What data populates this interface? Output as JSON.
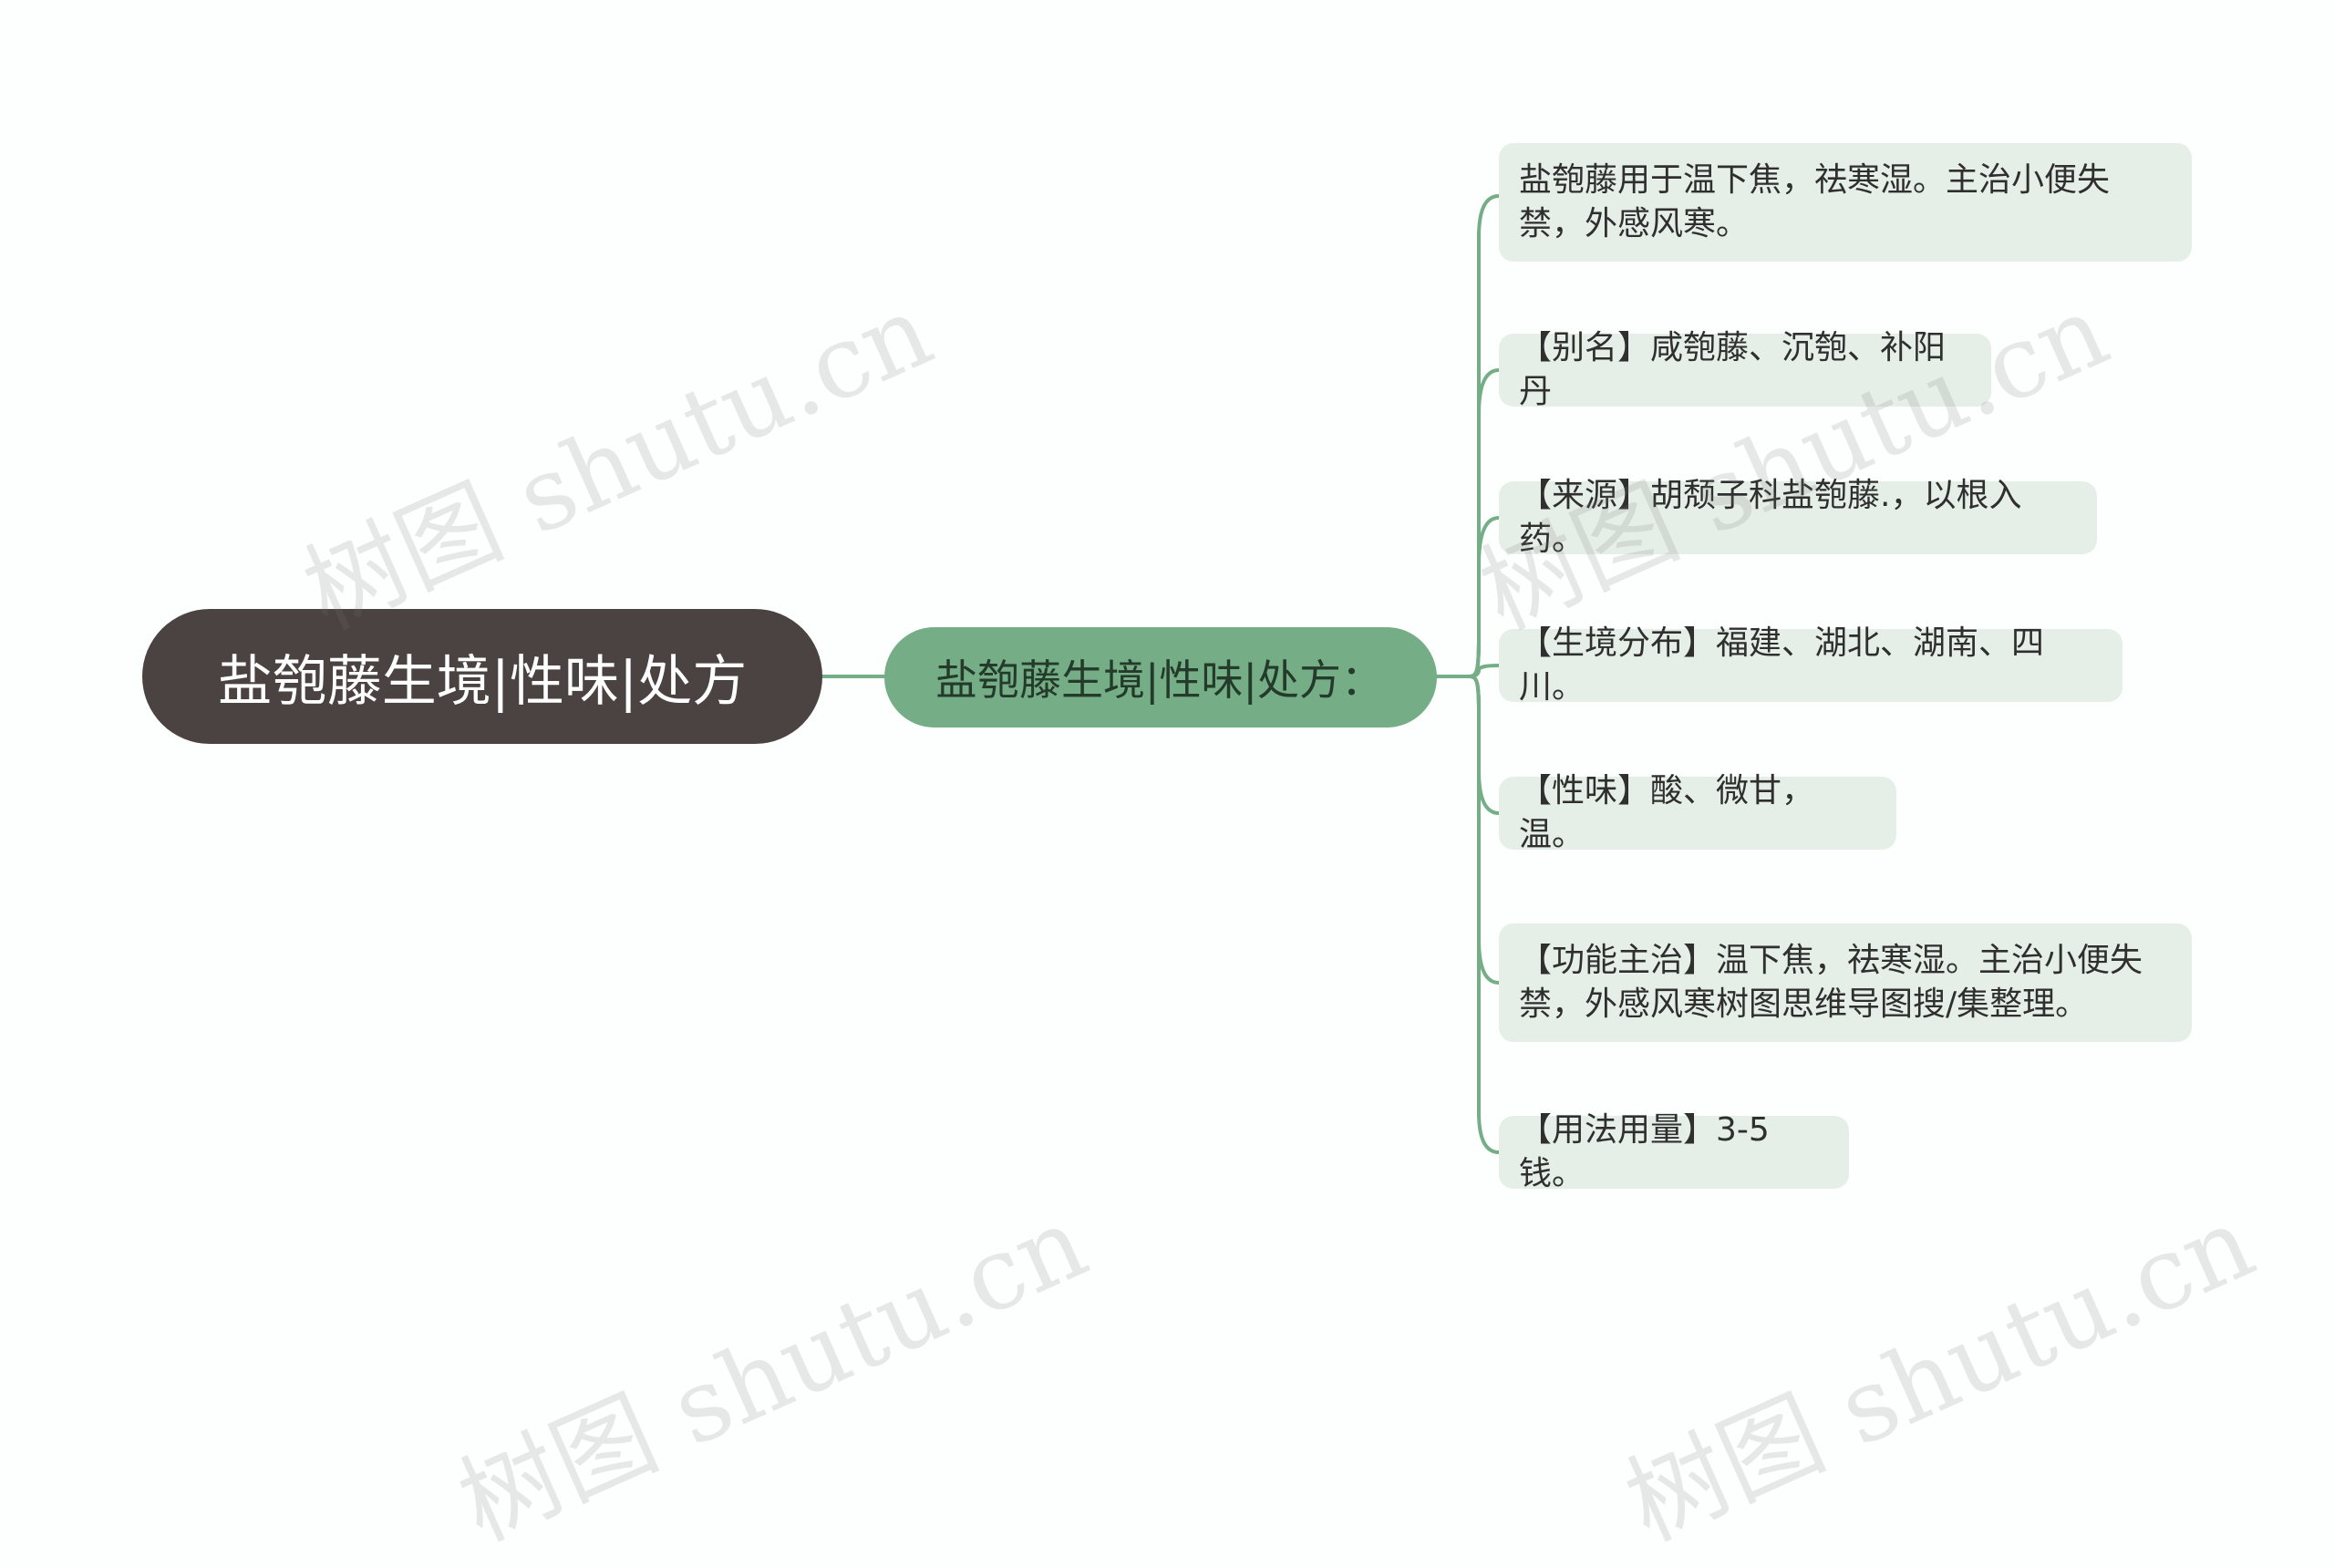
{
  "root": {
    "label": "盐匏藤生境|性味|处方"
  },
  "branch": {
    "label": "盐匏藤生境|性味|处方："
  },
  "leaves": [
    {
      "text": "盐匏藤用于温下焦，祛寒湿。主治小便失禁，外感风寒。"
    },
    {
      "text": "【别名】咸匏藤、沉匏、补阳丹"
    },
    {
      "text": "【来源】胡颓子科盐匏藤.，以根入药。"
    },
    {
      "text": "【生境分布】福建、湖北、湖南、四川。"
    },
    {
      "text": "【性味】酸、微甘，温。"
    },
    {
      "text": "【功能主治】温下焦，祛寒湿。主治小便失禁，外感风寒树图思维导图搜/集整理。"
    },
    {
      "text": "【用法用量】3-5钱。"
    }
  ],
  "watermark": {
    "text": "树图 shutu.cn"
  },
  "colors": {
    "root_fill": "#4a4342",
    "branch_fill": "#75ae86",
    "leaf_fill": "#e6efe7",
    "connector": "#75ae86"
  }
}
